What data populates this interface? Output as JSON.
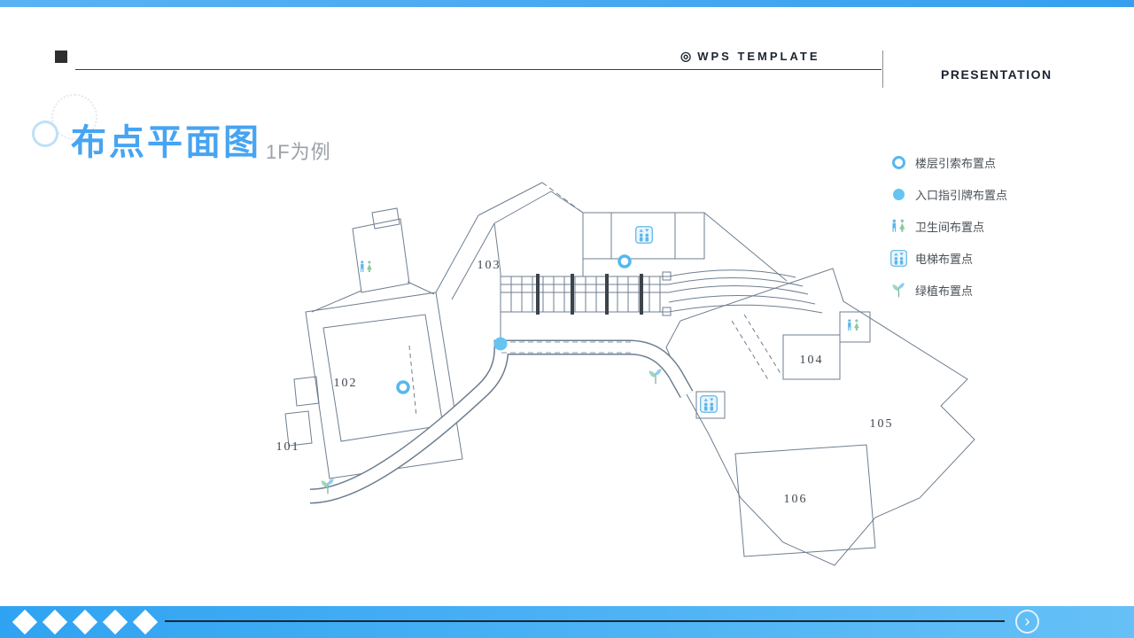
{
  "header": {
    "brand_icon": "◎",
    "brand": "WPS  TEMPLATE",
    "presentation": "PRESENTATION"
  },
  "title": {
    "main": "布点平面图",
    "sub": "1F为例"
  },
  "legend": {
    "items": [
      {
        "label": "楼层引索布置点",
        "icon": "hollow-circle"
      },
      {
        "label": "入口指引牌布置点",
        "icon": "filled-circle"
      },
      {
        "label": "卫生间布置点",
        "icon": "restroom"
      },
      {
        "label": "电梯布置点",
        "icon": "elevator"
      },
      {
        "label": "绿植布置点",
        "icon": "plant"
      }
    ]
  },
  "floorplan": {
    "rooms": [
      {
        "number": "101"
      },
      {
        "number": "102"
      },
      {
        "number": "103"
      },
      {
        "number": "104"
      },
      {
        "number": "105"
      },
      {
        "number": "106"
      }
    ]
  },
  "footer": {
    "next_icon": "›"
  },
  "colors": {
    "accent_blue": "#3fa6f0",
    "navy": "#1d2736",
    "plan_line": "#6e7e90",
    "marker_fill": "#66c4f0",
    "marker_ring": "#57b7ee"
  }
}
